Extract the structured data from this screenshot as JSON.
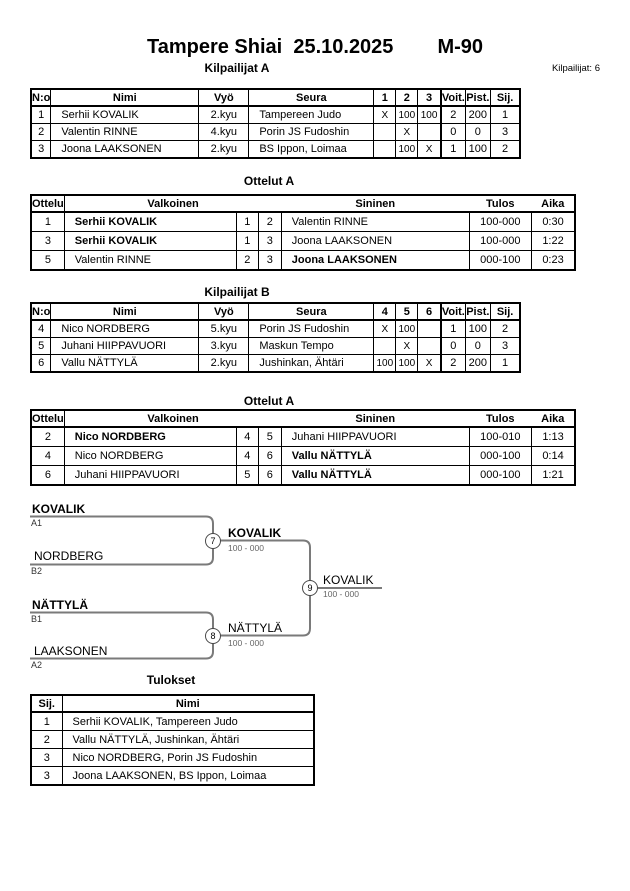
{
  "page": {
    "title": "Tampere Shiai  25.10.2025",
    "weight_class": "M-90",
    "competitors_total": "Kilpailijat: 6"
  },
  "sections": {
    "competitors_a_title": "Kilpailijat A",
    "matches_a_title": "Ottelut A",
    "competitors_b_title": "Kilpailijat B",
    "matches_b_title": "Ottelut A",
    "results_title": "Tulokset"
  },
  "competitors_a": {
    "headers": {
      "no": "N:o",
      "name": "Nimi",
      "belt": "Vyö",
      "club": "Seura",
      "m1": "1",
      "m2": "2",
      "m3": "3",
      "wins": "Voit.",
      "points": "Pist.",
      "place": "Sij."
    },
    "rows": [
      {
        "no": "1",
        "name": "Serhii KOVALIK",
        "belt": "2.kyu",
        "club": "Tampereen Judo",
        "m1": "X",
        "m2": "100",
        "m3": "100",
        "wins": "2",
        "points": "200",
        "place": "1"
      },
      {
        "no": "2",
        "name": "Valentin RINNE",
        "belt": "4.kyu",
        "club": "Porin JS Fudoshin",
        "m1": "",
        "m2": "X",
        "m3": "",
        "wins": "0",
        "points": "0",
        "place": "3"
      },
      {
        "no": "3",
        "name": "Joona LAAKSONEN",
        "belt": "2.kyu",
        "club": "BS Ippon, Loimaa",
        "m1": "",
        "m2": "100",
        "m3": "X",
        "wins": "1",
        "points": "100",
        "place": "2"
      }
    ]
  },
  "matches_a": {
    "headers": {
      "match": "Ottelu",
      "white": "Valkoinen",
      "blue": "Sininen",
      "result": "Tulos",
      "time": "Aika"
    },
    "rows": [
      {
        "match": "1",
        "white": "Serhii KOVALIK",
        "white_no": "1",
        "blue_no": "2",
        "blue": "Valentin RINNE",
        "result": "100-000",
        "time": "0:30",
        "winner": "white"
      },
      {
        "match": "3",
        "white": "Serhii KOVALIK",
        "white_no": "1",
        "blue_no": "3",
        "blue": "Joona LAAKSONEN",
        "result": "100-000",
        "time": "1:22",
        "winner": "white"
      },
      {
        "match": "5",
        "white": "Valentin RINNE",
        "white_no": "2",
        "blue_no": "3",
        "blue": "Joona LAAKSONEN",
        "result": "000-100",
        "time": "0:23",
        "winner": "blue"
      }
    ]
  },
  "competitors_b": {
    "headers": {
      "no": "N:o",
      "name": "Nimi",
      "belt": "Vyö",
      "club": "Seura",
      "m1": "4",
      "m2": "5",
      "m3": "6",
      "wins": "Voit.",
      "points": "Pist.",
      "place": "Sij."
    },
    "rows": [
      {
        "no": "4",
        "name": "Nico NORDBERG",
        "belt": "5.kyu",
        "club": "Porin JS Fudoshin",
        "m1": "X",
        "m2": "100",
        "m3": "",
        "wins": "1",
        "points": "100",
        "place": "2"
      },
      {
        "no": "5",
        "name": "Juhani HIIPPAVUORI",
        "belt": "3.kyu",
        "club": "Maskun Tempo",
        "m1": "",
        "m2": "X",
        "m3": "",
        "wins": "0",
        "points": "0",
        "place": "3"
      },
      {
        "no": "6",
        "name": "Vallu NÄTTYLÄ",
        "belt": "2.kyu",
        "club": "Jushinkan, Ähtäri",
        "m1": "100",
        "m2": "100",
        "m3": "X",
        "wins": "2",
        "points": "200",
        "place": "1"
      }
    ]
  },
  "matches_b": {
    "headers": {
      "match": "Ottelu",
      "white": "Valkoinen",
      "blue": "Sininen",
      "result": "Tulos",
      "time": "Aika"
    },
    "rows": [
      {
        "match": "2",
        "white": "Nico NORDBERG",
        "white_no": "4",
        "blue_no": "5",
        "blue": "Juhani HIIPPAVUORI",
        "result": "100-010",
        "time": "1:13",
        "winner": "white"
      },
      {
        "match": "4",
        "white": "Nico NORDBERG",
        "white_no": "4",
        "blue_no": "6",
        "blue": "Vallu NÄTTYLÄ",
        "result": "000-100",
        "time": "0:14",
        "winner": "blue"
      },
      {
        "match": "6",
        "white": "Juhani HIIPPAVUORI",
        "white_no": "5",
        "blue_no": "6",
        "blue": "Vallu NÄTTYLÄ",
        "result": "000-100",
        "time": "1:21",
        "winner": "blue"
      }
    ]
  },
  "bracket": {
    "sf1": {
      "top": "KOVALIK",
      "top_seed": "A1",
      "bottom": "NORDBERG",
      "bottom_seed": "B2",
      "node": "7",
      "winner": "KOVALIK",
      "score": "100 - 000"
    },
    "sf2": {
      "top": "NÄTTYLÄ",
      "top_seed": "B1",
      "bottom": "LAAKSONEN",
      "bottom_seed": "A2",
      "node": "8",
      "winner": "NÄTTYLÄ",
      "score": "100 - 000"
    },
    "final": {
      "node": "9",
      "winner": "KOVALIK",
      "score": "100 - 000"
    }
  },
  "results": {
    "headers": {
      "place": "Sij.",
      "name": "Nimi"
    },
    "rows": [
      {
        "place": "1",
        "name": "Serhii KOVALIK, Tampereen Judo"
      },
      {
        "place": "2",
        "name": "Vallu NÄTTYLÄ, Jushinkan, Ähtäri"
      },
      {
        "place": "3",
        "name": "Nico NORDBERG, Porin JS Fudoshin"
      },
      {
        "place": "3",
        "name": "Joona LAAKSONEN, BS Ippon, Loimaa"
      }
    ]
  },
  "colors": {
    "bracket_line": "#7a7a7a",
    "score_gray": "#666666",
    "table_border": "#000000"
  }
}
